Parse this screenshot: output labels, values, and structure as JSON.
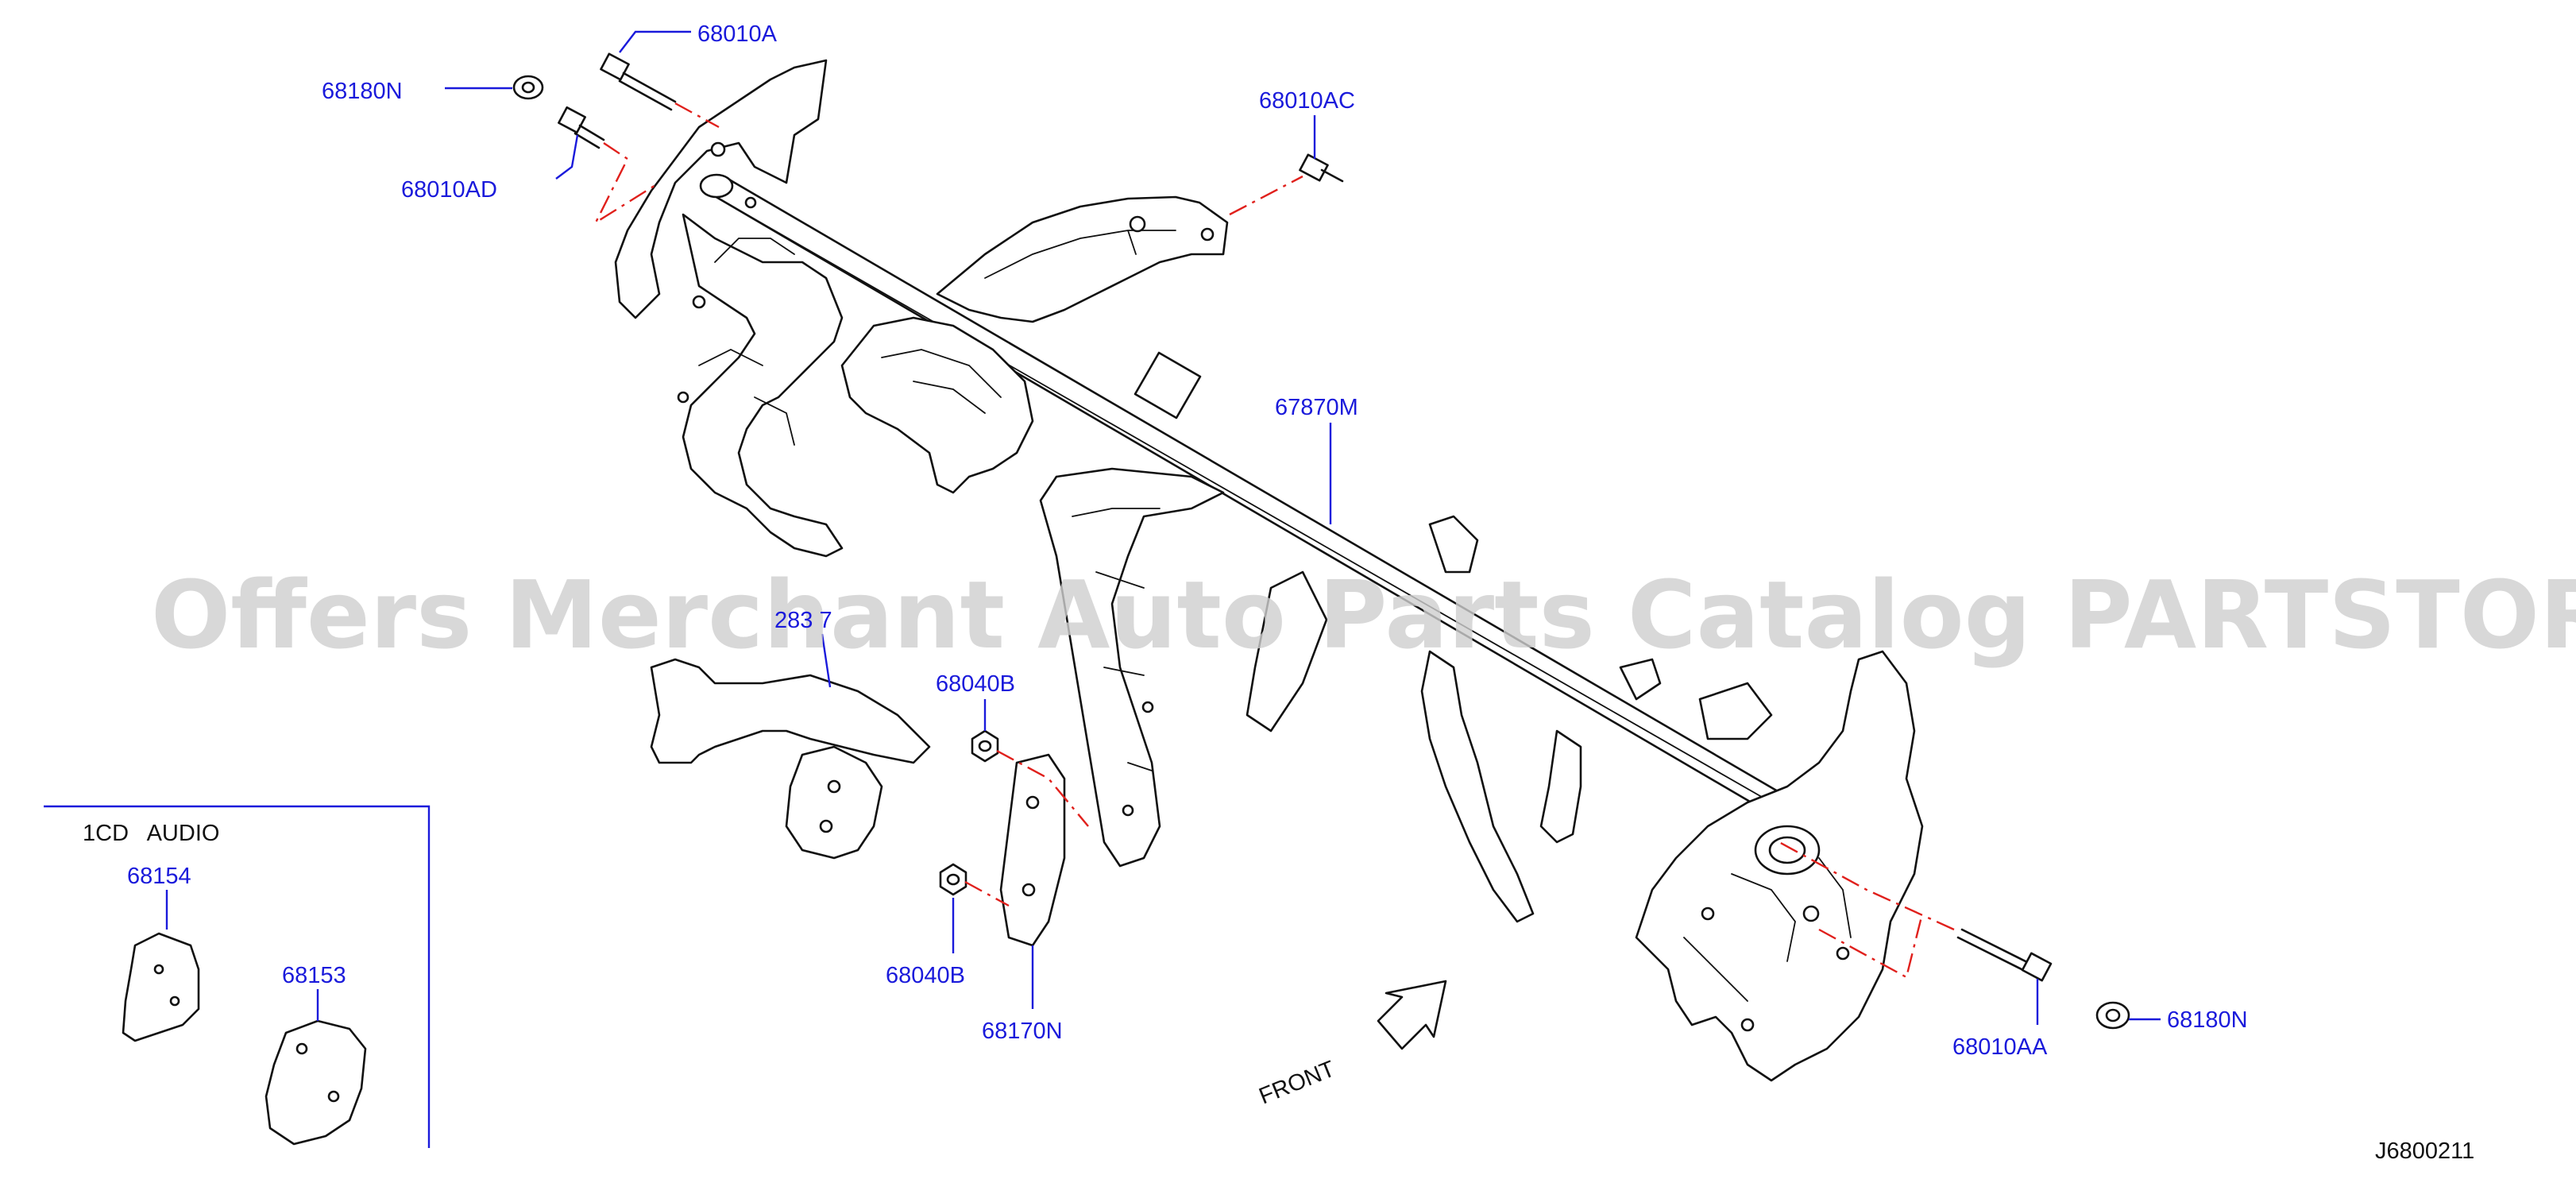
{
  "watermark": "Offers Merchant Auto Parts Catalog PARTSTORE.SA",
  "diagram_id": "J6800211",
  "front_label": "FRONT",
  "inset": {
    "title": "1CD   AUDIO",
    "parts": [
      "68154",
      "68153"
    ]
  },
  "parts": {
    "p68010A": "68010A",
    "p68180N_top": "68180N",
    "p68010AD": "68010AD",
    "p68010AC": "68010AC",
    "p67870M": "67870M",
    "p28317": "283 7",
    "p68040B_top": "68040B",
    "p68040B_bottom": "68040B",
    "p68170N": "68170N",
    "p68010AA": "68010AA",
    "p68180N_right": "68180N"
  },
  "colors": {
    "label": "#1a1adb",
    "axis_line": "#e0201c",
    "line_art": "#111111",
    "watermark": "#cfcfcf"
  }
}
